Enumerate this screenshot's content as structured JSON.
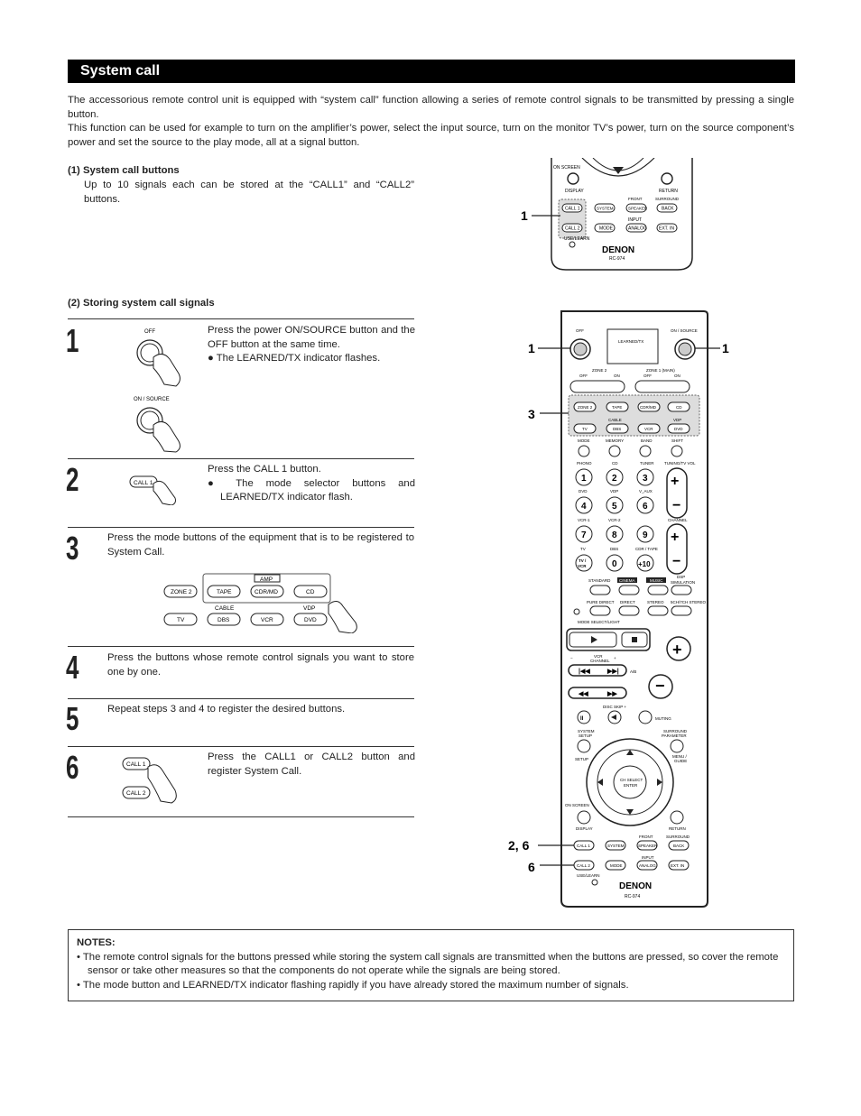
{
  "section_title": "System call",
  "intro": {
    "p1": "The accessorious remote control unit is equipped with “system call” function allowing a series of remote control signals to be transmitted by pressing a single button.",
    "p2": "This function can be used for example to turn on the amplifier’s power, select the input source, turn on the monitor TV’s power, turn on the source component’s power and set the source to the play mode, all at a signal button."
  },
  "sub1": {
    "title": "(1) System call buttons",
    "text": "Up to 10 signals each can be stored at the “CALL1” and “CALL2” buttons."
  },
  "sub2": {
    "title": "(2) Storing system call signals"
  },
  "steps": [
    {
      "num": "1",
      "text": "Press the power ON/SOURCE button and the OFF button at the same time.",
      "bullet": "The LEARNED/TX indicator flashes."
    },
    {
      "num": "2",
      "text": "Press the CALL 1 button.",
      "bullet": "The mode selector buttons and LEARNED/TX indicator flash."
    },
    {
      "num": "3",
      "text": "Press the mode buttons of the equipment that is to be registered to System Call."
    },
    {
      "num": "4",
      "text": "Press the buttons whose remote control signals you want to store one by one."
    },
    {
      "num": "5",
      "text": "Repeat steps 3 and 4 to register the desired buttons."
    },
    {
      "num": "6",
      "text": "Press the CALL1 or CALL2 button and register System Call."
    }
  ],
  "figure_labels": {
    "off": "OFF",
    "on_source": "ON / SOURCE",
    "call1": "CALL 1",
    "call2": "CALL 2",
    "zone2": "ZONE 2",
    "tape": "TAPE",
    "amp": "AMP",
    "cdr_md": "CDR/MD",
    "cd": "CD",
    "cable": "CABLE",
    "vdp": "VDP",
    "tv": "TV",
    "dbs": "DBS",
    "vcr": "VCR",
    "dvd": "DVD"
  },
  "remote_small": {
    "callout": "1",
    "labels": [
      "ON SCREEN",
      "DISPLAY",
      "RETURN",
      "FRONT",
      "SURROUND",
      "CALL 1",
      "SYSTEM",
      "SPEAKER",
      "BACK",
      "INPUT",
      "CALL 2",
      "MODE",
      "ANALOG",
      "EXT. IN",
      "USE/LEARN",
      "DENON",
      "RC-974"
    ]
  },
  "remote_large": {
    "callouts": [
      "1",
      "1",
      "3",
      "2, 6",
      "6"
    ],
    "brand": "DENON",
    "model": "RC-974",
    "labels": {
      "off": "OFF",
      "on_source": "ON / SOURCE",
      "learned": "LEARNED/TX",
      "zone2": "ZONE 2",
      "zone1": "ZONE 1 (MAIN)",
      "off2": "OFF",
      "on": "ON",
      "mode": "MODE",
      "memory": "MEMORY",
      "band": "BAND",
      "shift": "SHIFT",
      "phono": "PHONO",
      "cd": "CD",
      "tuner": "TUNER",
      "tuning": "TUNING/TV VOL",
      "dvd": "DVD",
      "vdp": "VDP",
      "vaux": "V_AUX",
      "vcr1": "VCR-1",
      "vcr2": "VCR-2",
      "channel": "CHANNEL",
      "tv": "TV",
      "dbs": "DBS",
      "cdr_tape": "CDR / TAPE",
      "tvvcr": "TV / VCR",
      "plus10": "+10",
      "standard": "STANDARD",
      "cinema": "CINEMA",
      "music": "MUSIC",
      "dsp": "DSP SIMULATION",
      "pure": "PURE DIRECT",
      "direct": "DIRECT",
      "stereo": "STEREO",
      "sixch": "5CH/7CH STEREO",
      "mode_select": "MODE SELECT/LIGHT",
      "vcr_channel": "VCR CHANNEL",
      "ab": "A/B",
      "disc_skip": "DISC SKIP +",
      "muting": "MUTING",
      "system_setup": "SYSTEM SETUP",
      "surround_param": "SURROUND PARAMETER",
      "setup": "SETUP",
      "menu": "MENU / GUIDE",
      "ch_select": "CH SELECT ENTER",
      "on_screen": "ON SCREEN",
      "display": "DISPLAY",
      "return": "RETURN",
      "front": "FRONT",
      "surround": "SURROUND",
      "call1": "CALL 1",
      "system": "SYSTEM",
      "speaker": "SPEAKER",
      "back": "BACK",
      "input": "INPUT",
      "call2": "CALL 2",
      "mode2": "MODE",
      "analog": "ANALOG",
      "extin": "EXT. IN",
      "uselearn": "USE/LEARN"
    }
  },
  "notes": {
    "title": "NOTES:",
    "items": [
      "The remote control signals for the buttons pressed while storing the system call signals are transmitted when the buttons are pressed, so cover the remote sensor or take other measures so that the components do not operate while the signals are being stored.",
      "The mode button and  LEARNED/TX indicator flashing rapidly if you have already stored the maximum number of signals."
    ]
  }
}
